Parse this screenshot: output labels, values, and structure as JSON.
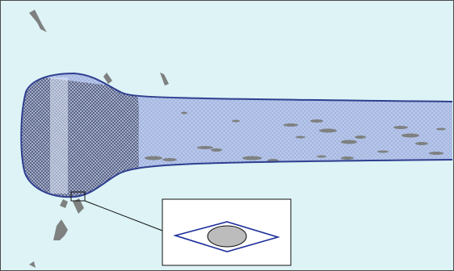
{
  "colors": {
    "background": "#ddf3f6",
    "frame": "#4a4a4a",
    "mesh_outline": "#2f3f8f",
    "mesh_fill": "#b9c8ea",
    "mesh_dense": "#6c6f86",
    "particle": "#7e8180",
    "inset_diamond": "#1d2f9a",
    "inset_ellipse": "#bcbcbc"
  },
  "icons": [
    "mesh-domain",
    "particle-cluster",
    "zoom-box",
    "inset-diamond-cell",
    "ellipse-particle"
  ]
}
